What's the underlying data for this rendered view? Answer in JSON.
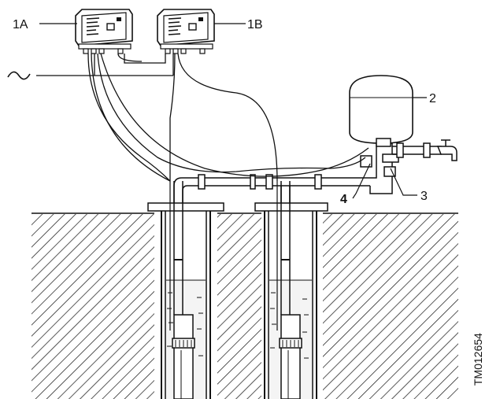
{
  "labels": {
    "controller_a": "1A",
    "controller_b": "1B",
    "pressure_tank": "2",
    "valve_3": "3",
    "valve_4": "4",
    "reference_code": "TM012654"
  },
  "icons": {
    "power_supply": "ac-tilde-symbol"
  },
  "colors": {
    "line": "#111111",
    "fill": "#ffffff",
    "water": "#f4f4f4"
  }
}
